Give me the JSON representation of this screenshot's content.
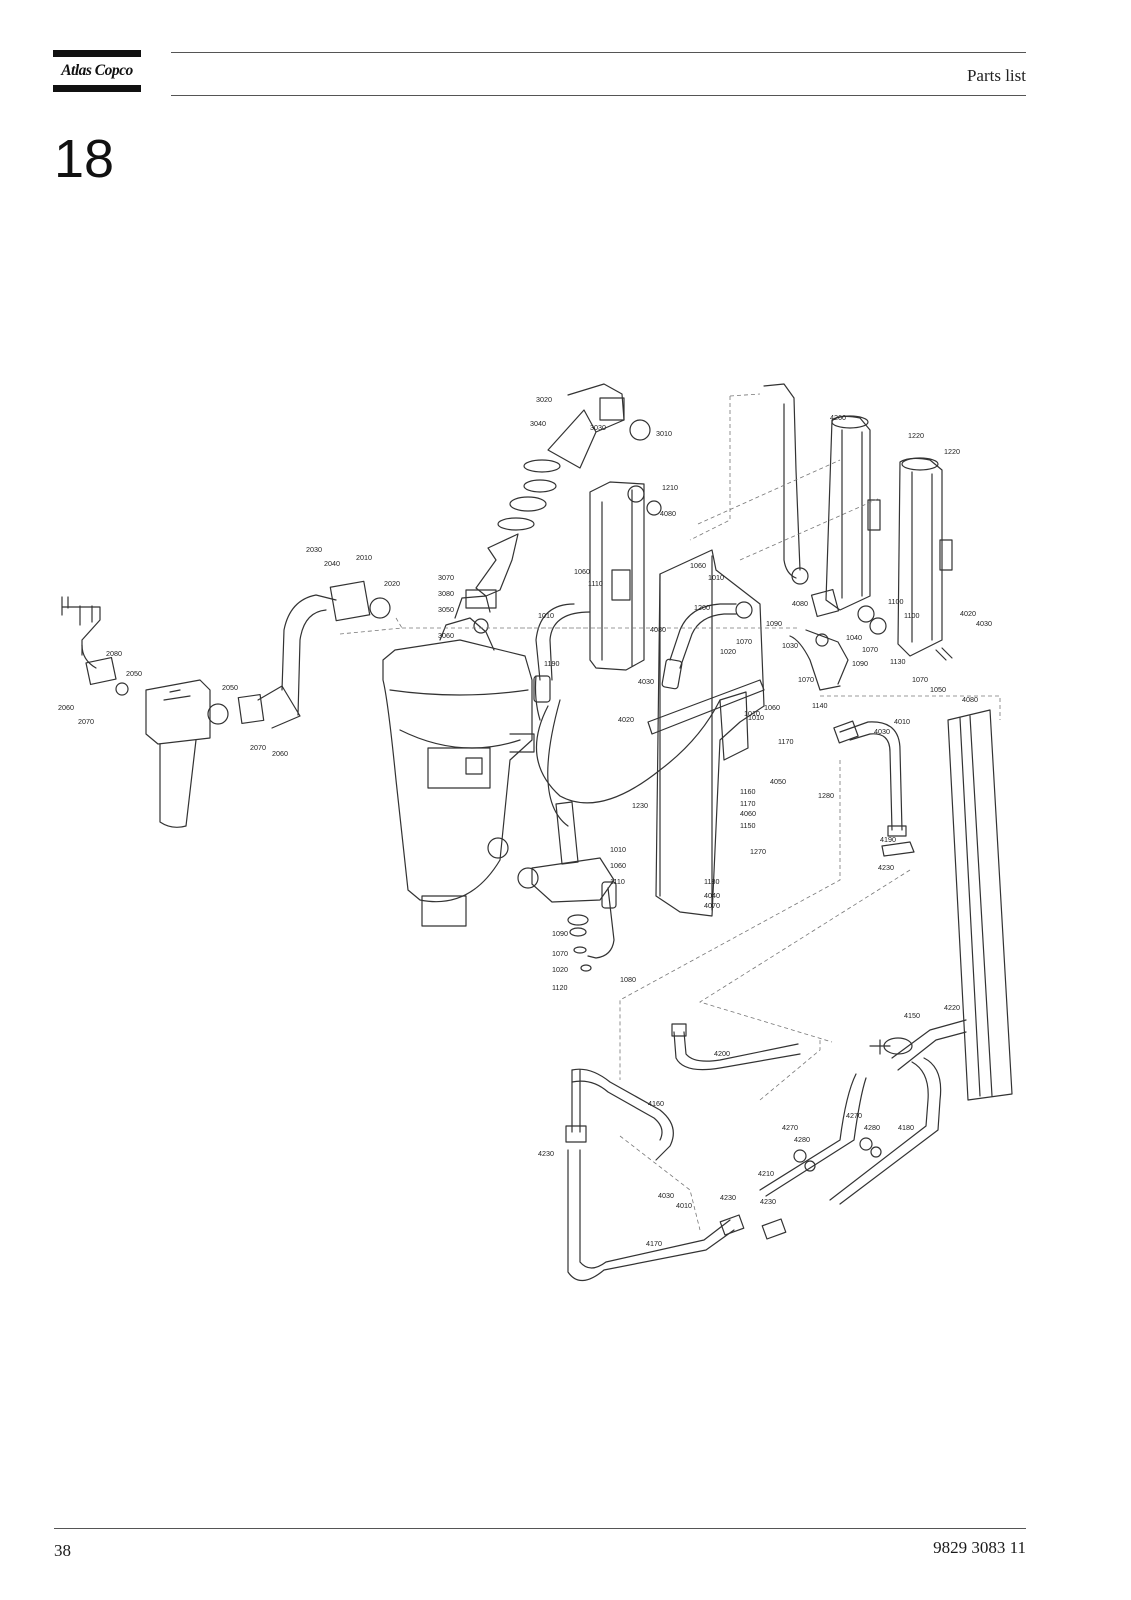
{
  "header": {
    "logo_text": "Atlas Copco",
    "title": "Parts list"
  },
  "section_number": "18",
  "figure": {
    "callouts": [
      "3020",
      "3040",
      "3030",
      "3010",
      "1210",
      "4080",
      "2030",
      "2040",
      "2010",
      "2020",
      "3070",
      "3080",
      "3050",
      "3060",
      "1060",
      "1110",
      "1010",
      "1060",
      "1010",
      "1200",
      "1090",
      "1020",
      "1070",
      "1030",
      "4080",
      "1010",
      "1190",
      "4030",
      "4020",
      "2080",
      "2050",
      "2060",
      "2070",
      "2050",
      "2070",
      "2060",
      "4260",
      "1220",
      "1220",
      "1100",
      "1100",
      "4080",
      "1040",
      "1070",
      "1130",
      "4020",
      "4030",
      "1070",
      "1050",
      "4080",
      "1090",
      "1070",
      "1140",
      "1060",
      "1010",
      "4030",
      "4010",
      "1170",
      "1160",
      "4050",
      "1170",
      "4060",
      "1150",
      "1280",
      "1230",
      "1270",
      "4190",
      "4230",
      "1180",
      "4040",
      "4070",
      "1010",
      "1060",
      "1110",
      "1090",
      "1070",
      "1020",
      "1080",
      "1120",
      "4150",
      "4220",
      "4200",
      "4160",
      "4230",
      "4270",
      "4280",
      "4270",
      "4280",
      "4180",
      "4210",
      "4230",
      "4230",
      "4030",
      "4010",
      "4170"
    ]
  },
  "footer": {
    "page_number": "38",
    "doc_number": "9829 3083 11"
  }
}
